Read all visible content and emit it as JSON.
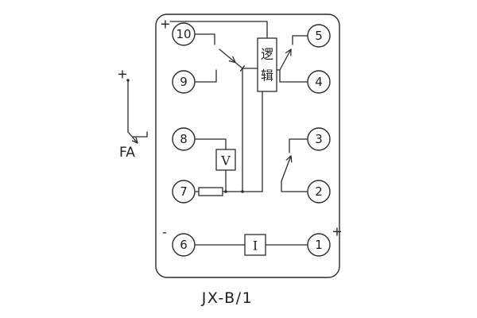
{
  "diagram": {
    "caption": "JX-B/1",
    "terminals": [
      {
        "label": "10"
      },
      {
        "label": "9"
      },
      {
        "label": "8"
      },
      {
        "label": "7"
      },
      {
        "label": "6"
      },
      {
        "label": "5"
      },
      {
        "label": "4"
      },
      {
        "label": "3"
      },
      {
        "label": "2"
      },
      {
        "label": "1"
      }
    ],
    "labels": {
      "logic": "逻辑",
      "voltage_element": "V",
      "current_element": "I",
      "fa": "FA",
      "fa_plus": "+",
      "plus_top_left": "+",
      "minus_bottom_left": "-",
      "plus_bottom_right": "+"
    },
    "colors": {
      "line": "#2b2b2b",
      "text": "#1f1f1f",
      "background": "#ffffff"
    }
  }
}
